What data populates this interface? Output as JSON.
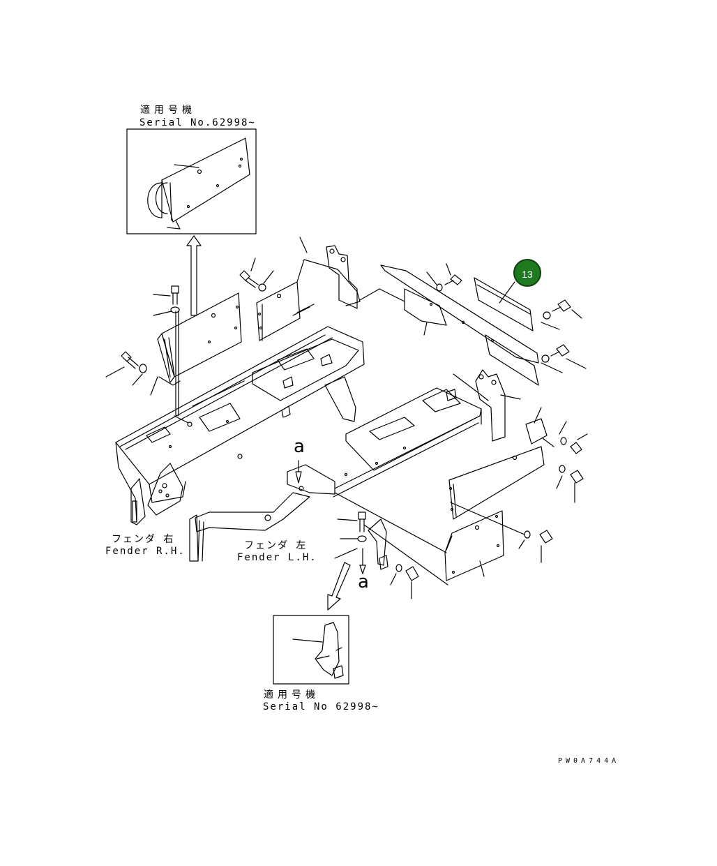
{
  "inset_top": {
    "serial_jp": "適用号機",
    "serial_en": "Serial No.62998~"
  },
  "inset_bottom": {
    "serial_jp": "適用号機",
    "serial_en": "Serial No 62998~"
  },
  "fender_rh": {
    "jp": "フェンダ 右",
    "en": "Fender R.H."
  },
  "fender_lh": {
    "jp": "フェンダ 左",
    "en": "Fender L.H."
  },
  "view_markers": {
    "top": "a",
    "bottom": "a"
  },
  "callout": {
    "number": "13",
    "color": "#1f7a1f"
  },
  "drawing_code": "PW0A744A"
}
